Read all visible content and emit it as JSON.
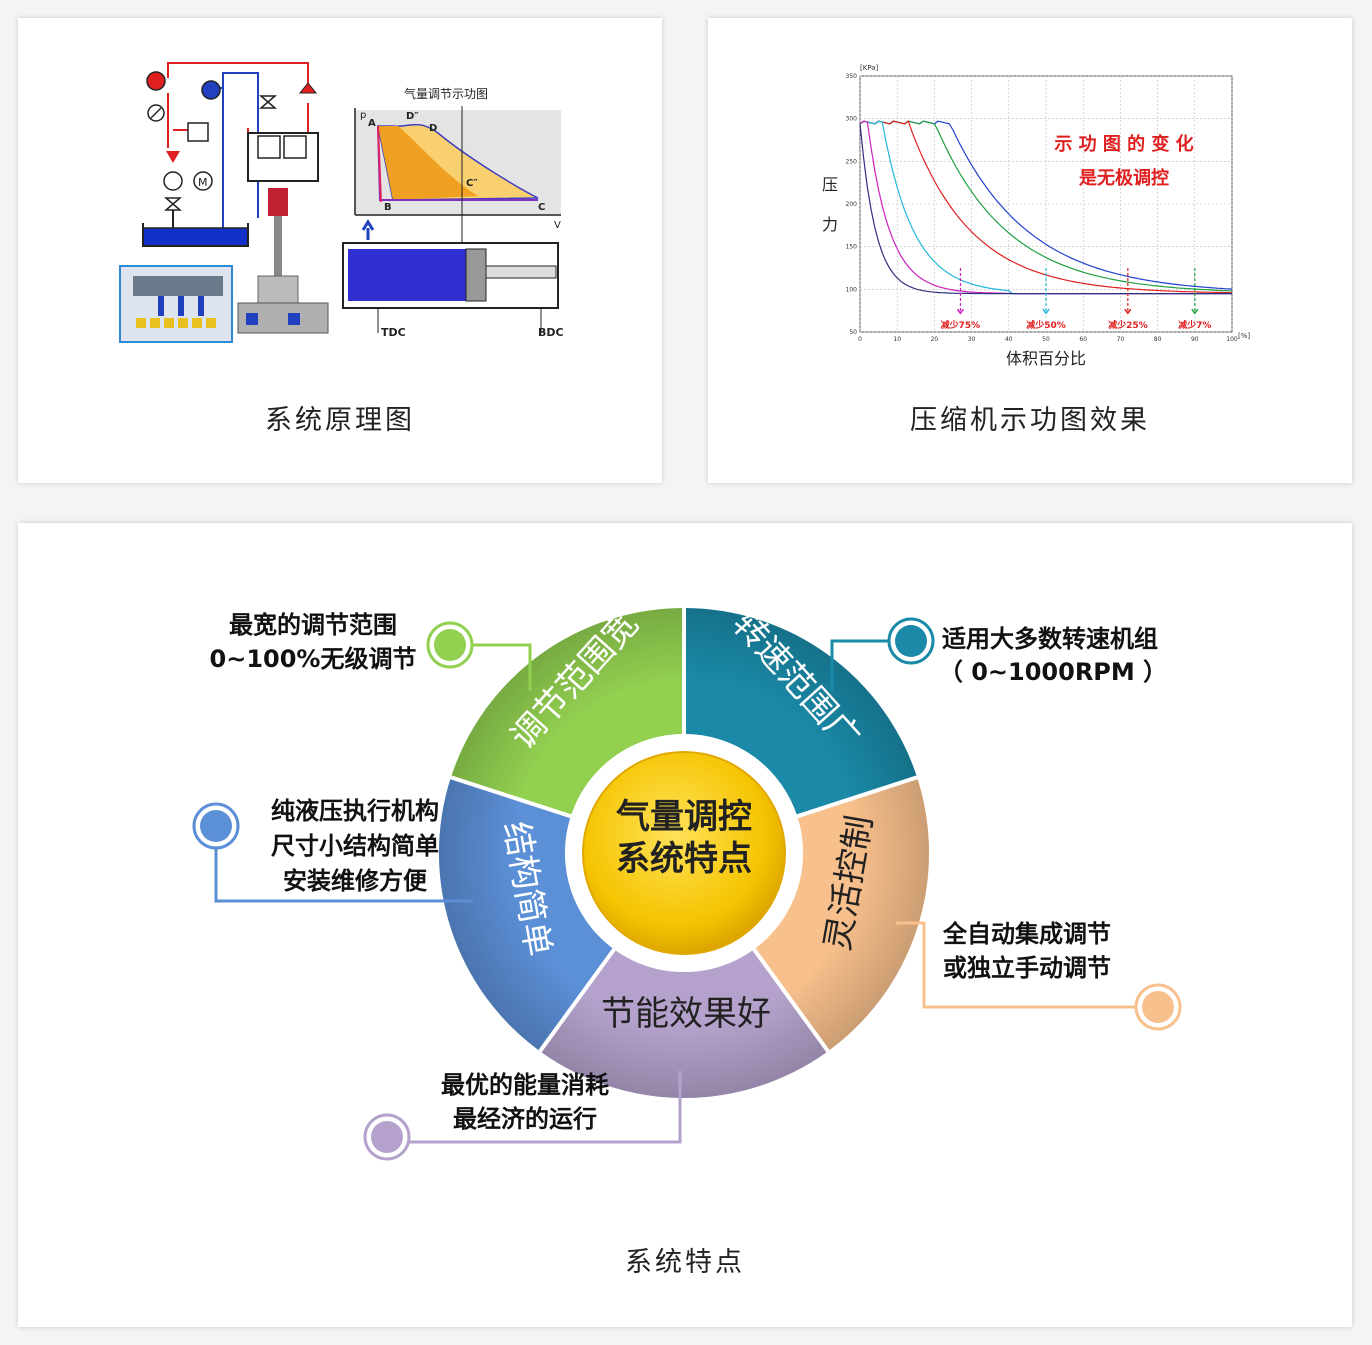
{
  "cards": {
    "schematic": {
      "caption": "系统原理图",
      "pv_title": "气量调节示功图",
      "pv_labels": {
        "p": "p",
        "v": "V",
        "a": "A",
        "b": "B",
        "c": "C",
        "d": "D",
        "d2": "D″",
        "c2": "C″"
      },
      "tdc": "TDC",
      "bdc": "BDC"
    },
    "indicator": {
      "caption": "压缩机示功图效果",
      "unit_y": "[KPa]",
      "unit_x": "[%]",
      "ylabel_top": "压",
      "ylabel_bottom": "力",
      "xlabel": "体积百分比",
      "note_line1": "示 功 图 的 变 化",
      "note_line2": "是无极调控",
      "yticks": [
        "350",
        "300",
        "250",
        "200",
        "150",
        "100",
        "50"
      ],
      "xticks": [
        "0",
        "10",
        "20",
        "30",
        "40",
        "50",
        "60",
        "70",
        "80",
        "90",
        "100"
      ],
      "reductions": [
        {
          "label": "减少75%",
          "x": 27,
          "color": "#d020c0"
        },
        {
          "label": "减少50%",
          "x": 50,
          "color": "#20b8d8"
        },
        {
          "label": "减少25%",
          "x": 72,
          "color": "#e02020"
        },
        {
          "label": "减少7%",
          "x": 90,
          "color": "#20a040"
        }
      ]
    },
    "features": {
      "caption": "系统特点",
      "center_line1": "气量调控",
      "center_line2": "系统特点",
      "segments": [
        {
          "label": "调节范围宽",
          "color": "#92d050"
        },
        {
          "label": "转速范围广",
          "color": "#1a8aa8"
        },
        {
          "label": "灵活控制",
          "color": "#f8c08c"
        },
        {
          "label": "节能效果好",
          "color": "#b4a2cc"
        },
        {
          "label": "结构简单",
          "color": "#5b8fd6"
        }
      ],
      "callouts": {
        "range_line1": "最宽的调节范围",
        "range_line2": "0~100%无级调节",
        "speed_line1": "适用大多数转速机组",
        "speed_line2": "（ 0~1000RPM ）",
        "struct_line1": "纯液压执行机构",
        "struct_line2": "尺寸小结构简单",
        "struct_line3": "安装维修方便",
        "flex_line1": "全自动集成调节",
        "flex_line2": "或独立手动调节",
        "energy_line1": "最优的能量消耗",
        "energy_line2": "最经济的运行"
      }
    }
  }
}
